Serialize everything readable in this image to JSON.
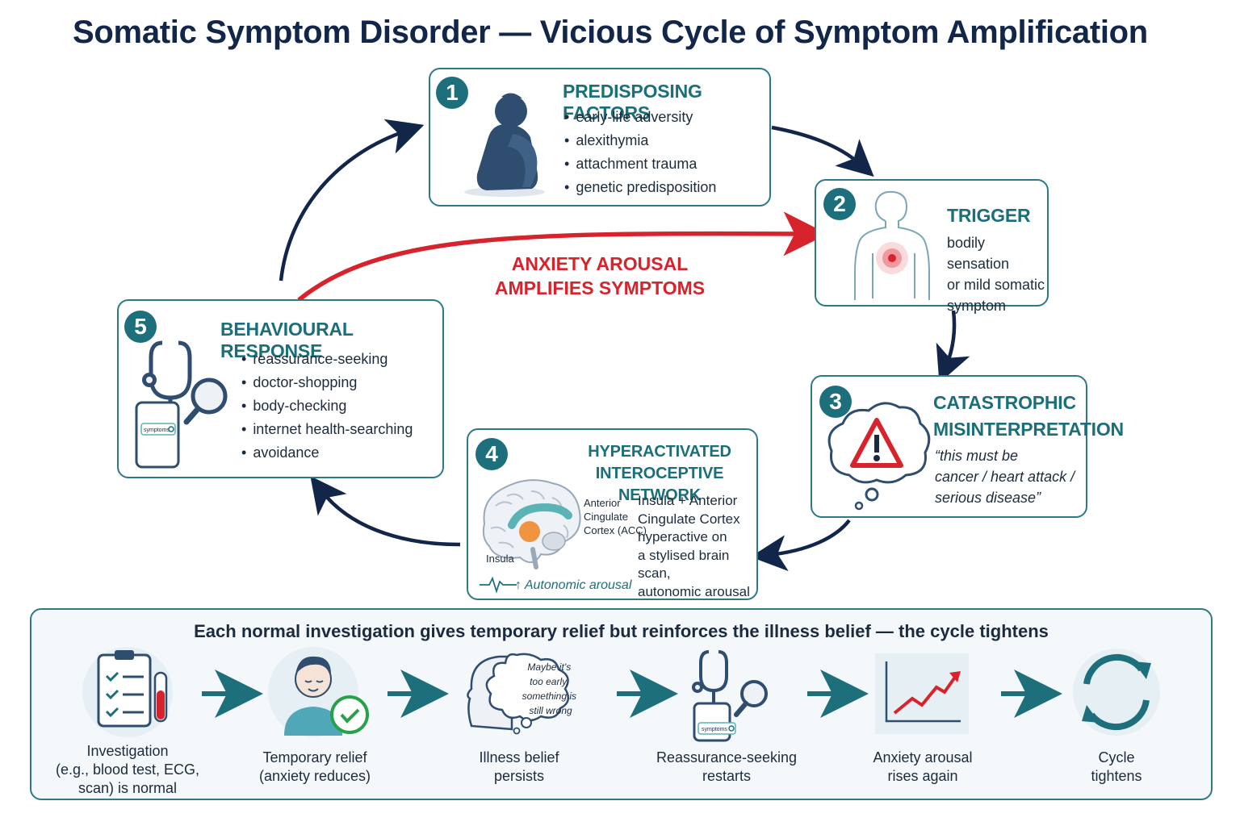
{
  "title": "Somatic Symptom Disorder — Vicious Cycle of Symptom Amplification",
  "colors": {
    "teal": "#1e6f7c",
    "navy": "#12264a",
    "red": "#d7232b",
    "border": "#2d7a86"
  },
  "cycle": {
    "step1": {
      "number": "1",
      "heading": "PREDISPOSING FACTORS",
      "items": [
        "early-life adversity",
        "alexithymia",
        "attachment trauma",
        "genetic predisposition"
      ],
      "icon": "sitting-child-silhouette-icon"
    },
    "step2": {
      "number": "2",
      "heading": "TRIGGER",
      "lines": [
        "bodily sensation",
        "or mild somatic",
        "symptom"
      ],
      "icon": "body-outline-chest-pain-icon"
    },
    "step3": {
      "number": "3",
      "heading_lines": [
        "CATASTROPHIC",
        "MISINTERPRETATION"
      ],
      "quote_lines": [
        "“this must be",
        "cancer / heart attack /",
        "serious disease”"
      ],
      "icon": "warning-thought-cloud-icon"
    },
    "step4": {
      "number": "4",
      "heading_lines": [
        "HYPERACTIVATED",
        "INTEROCEPTIVE NETWORK"
      ],
      "brain_labels": {
        "acc_lines": [
          "Anterior",
          "Cingulate",
          "Cortex (ACC)"
        ],
        "insula": "Insula"
      },
      "arousal": "↑ Autonomic arousal",
      "lines": [
        "Insula + Anterior",
        "Cingulate Cortex",
        "hyperactive on",
        "a stylised brain scan,",
        "autonomic arousal"
      ],
      "icon": "brain-scan-icon"
    },
    "step5": {
      "number": "5",
      "heading": "BEHAVIOURAL RESPONSE",
      "items": [
        "reassurance-seeking",
        "doctor-shopping",
        "body-checking",
        "internet health-searching",
        "avoidance"
      ],
      "search_text": "symptoms",
      "icon": "stethoscope-phone-magnifier-icon"
    },
    "amplification": {
      "lines": [
        "ANXIETY AROUSAL",
        "AMPLIFIES SYMPTOMS"
      ]
    }
  },
  "bottom": {
    "heading": "Each normal investigation gives temporary relief but reinforces the illness belief — the cycle tightens",
    "steps": [
      {
        "icon": "clipboard-checklist-blood-tube-icon",
        "lines": [
          "Investigation",
          "(e.g., blood test, ECG,",
          "scan) is normal"
        ]
      },
      {
        "icon": "relieved-person-checkmark-icon",
        "lines": [
          "Temporary relief",
          "(anxiety reduces)"
        ]
      },
      {
        "icon": "head-thought-bubble-icon",
        "bubble_lines": [
          "Maybe it’s",
          "too early,",
          "something is",
          "still wrong"
        ],
        "lines": [
          "Illness belief",
          "persists"
        ]
      },
      {
        "icon": "stethoscope-phone-search-icon",
        "search_text": "symptoms",
        "lines": [
          "Reassurance-seeking",
          "restarts"
        ]
      },
      {
        "icon": "rising-line-chart-icon",
        "lines": [
          "Anxiety arousal",
          "rises again"
        ]
      },
      {
        "icon": "circular-arrows-cycle-icon",
        "lines": [
          "Cycle",
          "tightens"
        ]
      }
    ]
  }
}
